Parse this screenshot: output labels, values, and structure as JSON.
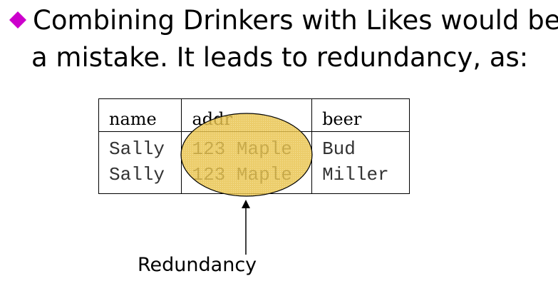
{
  "slide": {
    "bullet_line1": "Combining Drinkers with Likes would be",
    "bullet_line2": "a mistake.  It leads to redundancy, as:",
    "bullet_color": "#cc00cc"
  },
  "table": {
    "headers": [
      "name",
      "addr",
      "beer"
    ],
    "rows": [
      [
        "Sally",
        "123 Maple",
        "Bud"
      ],
      [
        "Sally",
        "123 Maple",
        "Miller"
      ]
    ]
  },
  "annotation": {
    "label": "Redundancy",
    "highlight_color": "#e8c24a"
  }
}
